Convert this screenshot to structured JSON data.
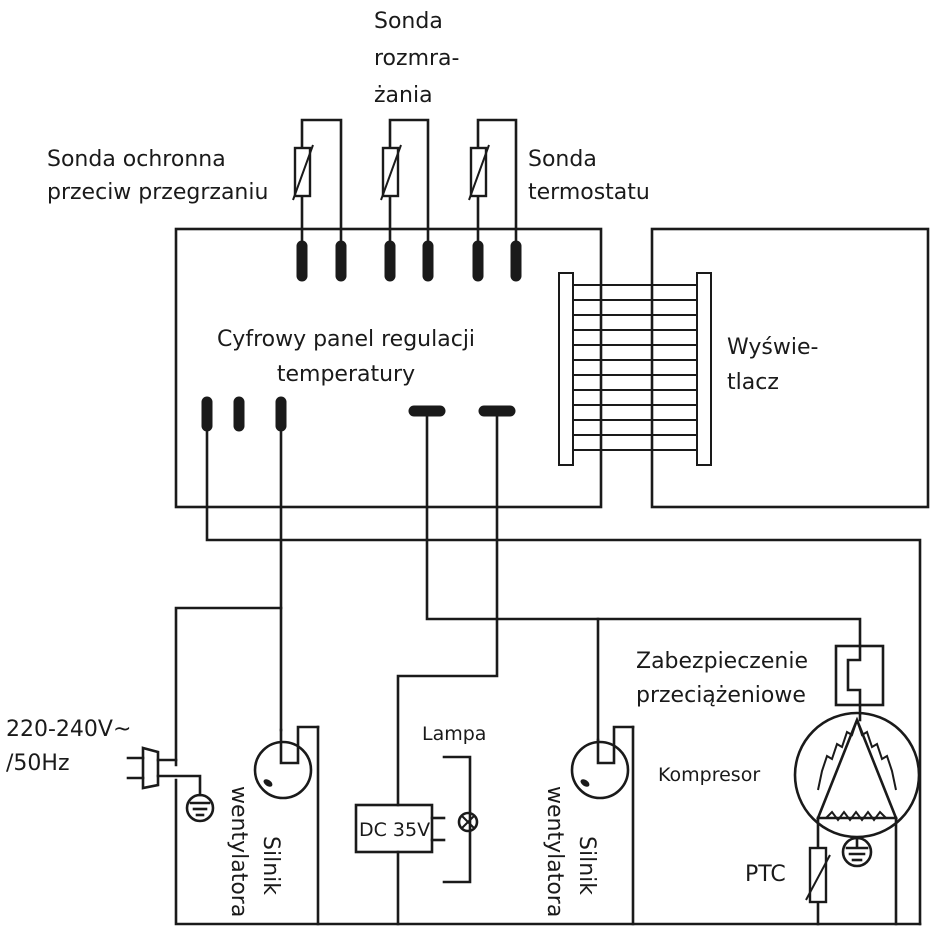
{
  "labels": {
    "probe_defrost": [
      "Sonda",
      "rozmra-",
      "żania"
    ],
    "probe_overheat": [
      "Sonda ochronna",
      "przeciw przegrzaniu"
    ],
    "probe_thermostat": [
      "Sonda",
      "termostatu"
    ],
    "panel": [
      "Cyfrowy panel regulacji",
      "temperatury"
    ],
    "display": [
      "Wyświe-",
      "tlacz"
    ],
    "power": [
      "220-240V~",
      "/50Hz"
    ],
    "lamp": "Lampa",
    "dc": "DC 35V",
    "fan_motor": [
      "Silnik",
      "wentylatora"
    ],
    "overload": [
      "Zabezpieczenie",
      "przeciążeniowe"
    ],
    "compressor": "Kompresor",
    "ptc": "PTC"
  }
}
